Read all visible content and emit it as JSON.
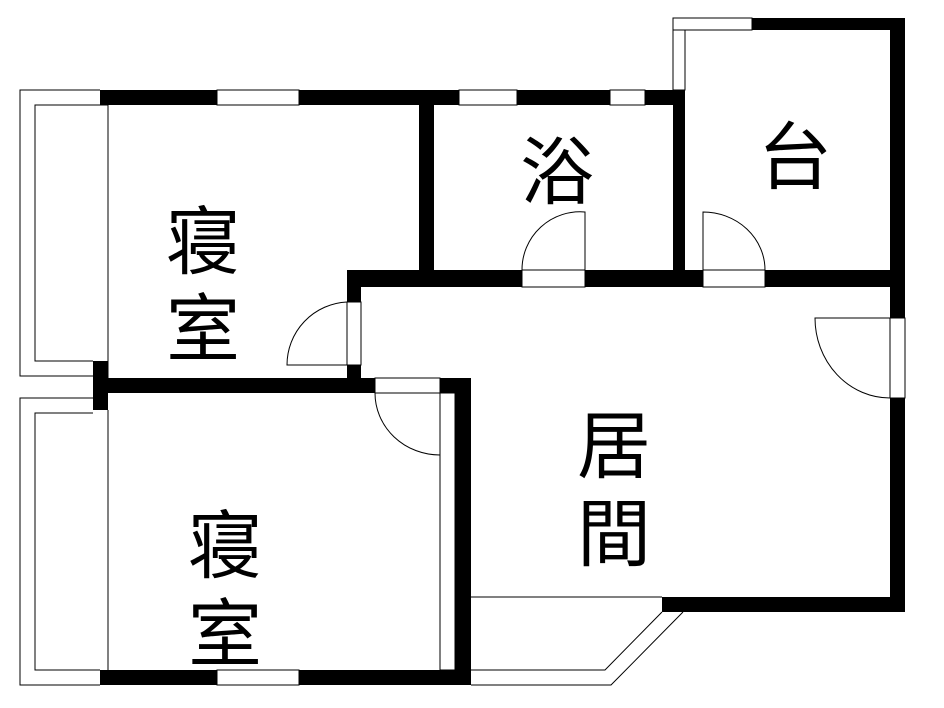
{
  "rooms": {
    "bedroom_1": {
      "line1": "寝",
      "line2": "室"
    },
    "bedroom_2": {
      "line1": "寝",
      "line2": "室"
    },
    "bath": {
      "label": "浴"
    },
    "kitchen": {
      "label": "台"
    },
    "living": {
      "line1": "居",
      "line2": "間"
    }
  },
  "colors": {
    "wall": "#000000",
    "background": "#ffffff"
  }
}
